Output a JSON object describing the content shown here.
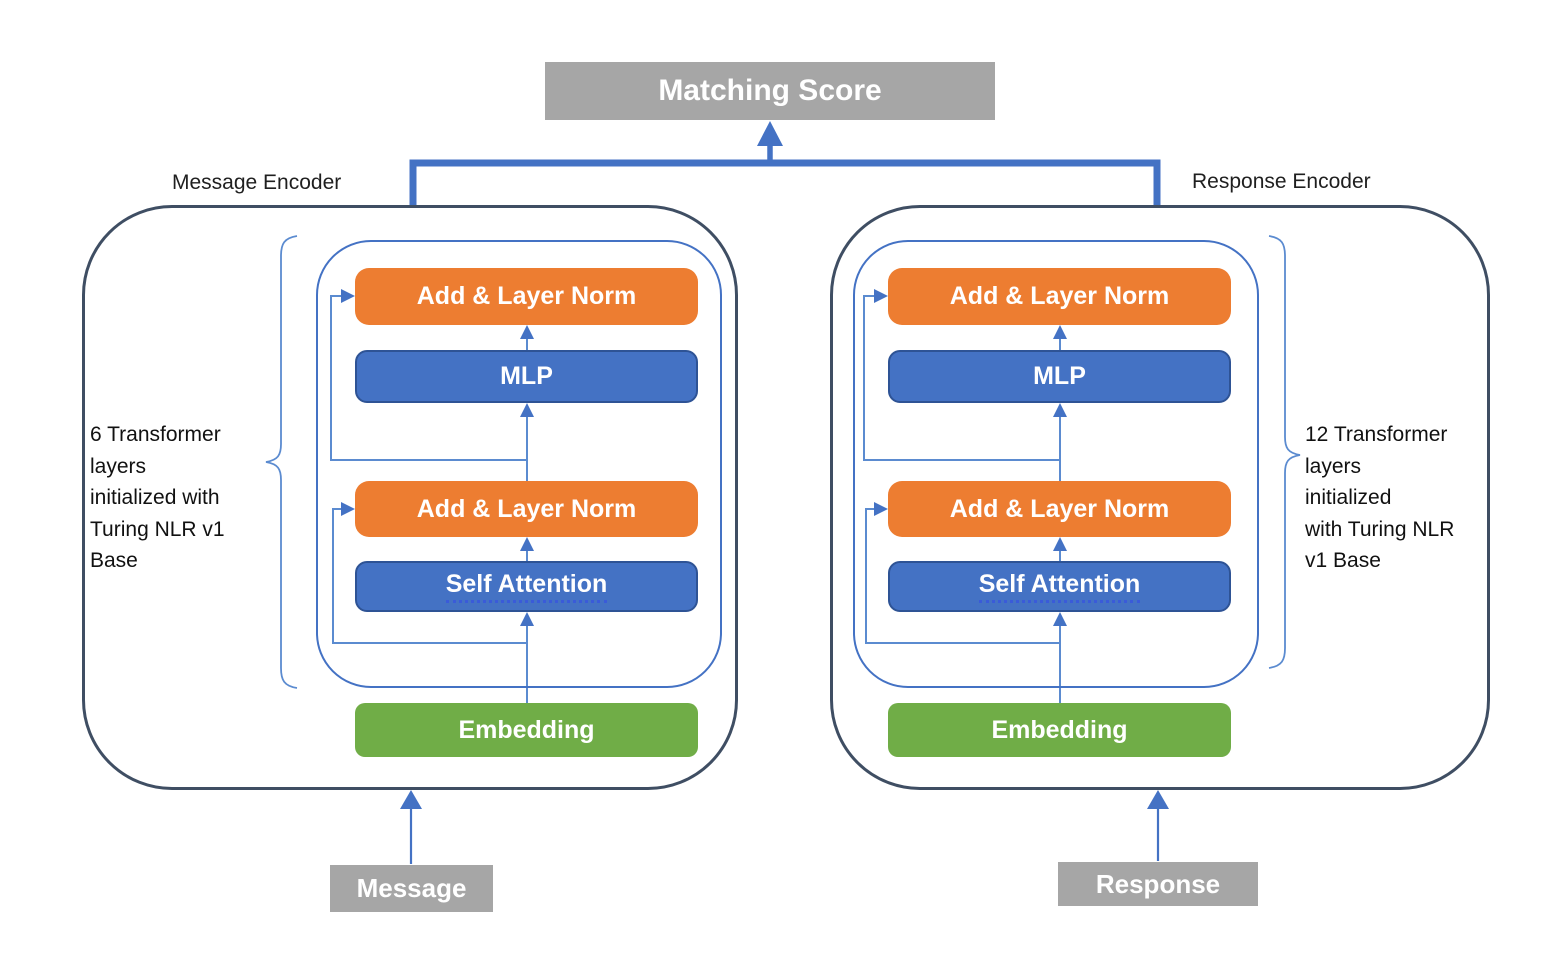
{
  "diagram": {
    "matching_score": "Matching Score",
    "colors": {
      "accent_blue": "#4472C4",
      "blue_box_border": "#2E5395",
      "orange": "#ED7D31",
      "green": "#70AD47",
      "gray": "#A6A6A6",
      "outline_dark": "#3F4E63",
      "thin_line_blue": "#5B8BD0"
    },
    "encoders": [
      {
        "label": "Message Encoder",
        "note": "6 Transformer\nlayers\ninitialized with\nTuring NLR v1\nBase",
        "input": "Message",
        "blocks": {
          "add_norm_top": "Add & Layer Norm",
          "mlp": "MLP",
          "add_norm_bottom": "Add & Layer Norm",
          "self_attention": "Self Attention",
          "embedding": "Embedding"
        }
      },
      {
        "label": "Response Encoder",
        "note": "12 Transformer\nlayers\ninitialized\nwith Turing NLR\nv1 Base",
        "input": "Response",
        "blocks": {
          "add_norm_top": "Add & Layer Norm",
          "mlp": "MLP",
          "add_norm_bottom": "Add & Layer Norm",
          "self_attention": "Self Attention",
          "embedding": "Embedding"
        }
      }
    ]
  }
}
